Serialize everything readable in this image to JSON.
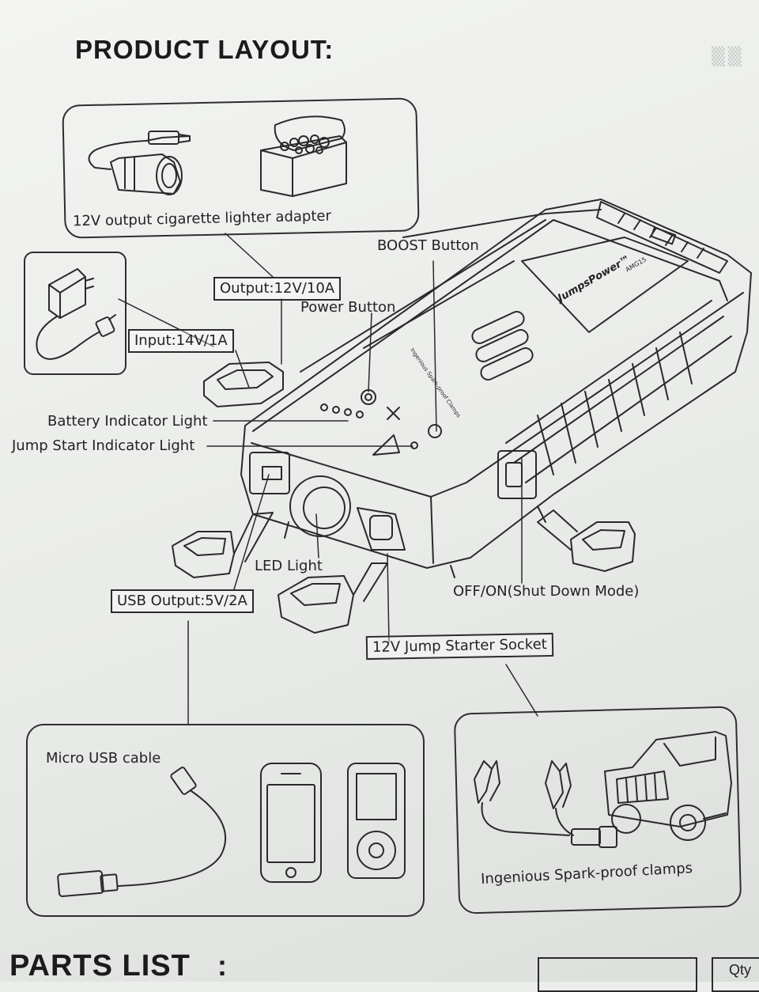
{
  "page": {
    "title": "PRODUCT LAYOUT:",
    "footer_title": "PARTS LIST",
    "footer_colon": ":",
    "qty_header": "Qty",
    "brand_logo": "JumpsPower™",
    "model": "AMG15",
    "top_label_text": "Ingenious Spark-proof Clamps"
  },
  "labels": {
    "cigarette_adapter": "12V output cigarette lighter adapter",
    "boost_button": "BOOST Button",
    "output": "Output:12V/10A",
    "power_button": "Power Button",
    "input": "Input:14V/1A",
    "battery_indicator": "Battery Indicator Light",
    "jump_start_indicator": "Jump Start Indicator Light",
    "led_light": "LED Light",
    "usb_output": "USB Output:5V/2A",
    "off_on": "OFF/ON(Shut Down Mode)",
    "jump_socket": "12V Jump Starter Socket",
    "micro_usb": "Micro USB cable",
    "clamps": "Ingenious Spark-proof clamps"
  }
}
